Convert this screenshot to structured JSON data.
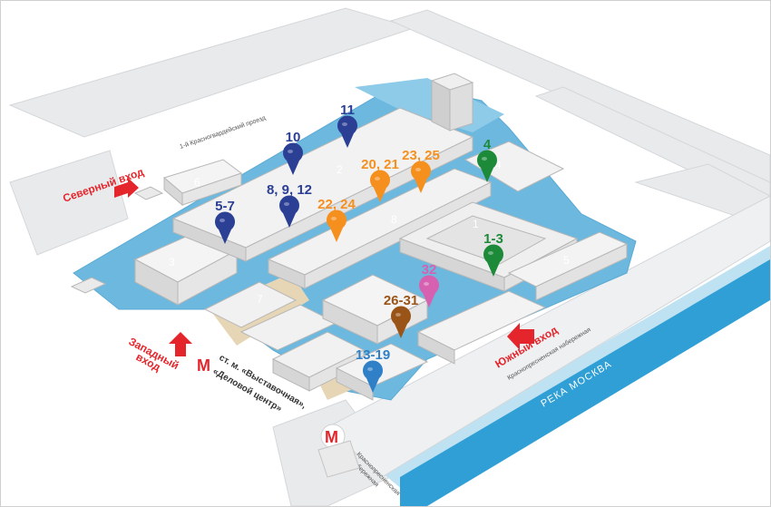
{
  "colors": {
    "pin_blue": "#2b3f95",
    "pin_orange": "#f5901f",
    "pin_green": "#1d8a3a",
    "pin_pink": "#d661b0",
    "pin_brown": "#9a5417",
    "pin_lightblue": "#2f80c7",
    "entrance_red": "#e4262c",
    "river": "#2f9fd6",
    "water_area": "#6cb8de",
    "road": "#e8eaec",
    "building": "#f0f0f0"
  },
  "pins": [
    {
      "label": "10",
      "color": "pin_blue"
    },
    {
      "label": "11",
      "color": "pin_blue"
    },
    {
      "label": "5-7",
      "color": "pin_blue"
    },
    {
      "label": "8, 9, 12",
      "color": "pin_blue"
    },
    {
      "label": "20, 21",
      "color": "pin_orange"
    },
    {
      "label": "23, 25",
      "color": "pin_orange"
    },
    {
      "label": "22, 24",
      "color": "pin_orange"
    },
    {
      "label": "4",
      "color": "pin_green"
    },
    {
      "label": "1-3",
      "color": "pin_green"
    },
    {
      "label": "32",
      "color": "pin_pink"
    },
    {
      "label": "26-31",
      "color": "pin_brown"
    },
    {
      "label": "13-19",
      "color": "pin_lightblue"
    }
  ],
  "entrances": {
    "north": "Северный вход",
    "west_line1": "Западный",
    "west_line2": "вход",
    "south": "Южный вход"
  },
  "streets": {
    "top": "1-й Красногвардейский проезд",
    "embankment": "Краснопресненская набережная",
    "bottom_line1": "Краснопресненская",
    "bottom_line2": "набережная"
  },
  "river": "РЕКА МОСКВА",
  "metro": {
    "line1": "ст. м. «Выставочная»,",
    "line2": "«Деловой центр»",
    "logo": "M"
  },
  "halls": [
    "1",
    "2",
    "3",
    "4",
    "5",
    "6",
    "7",
    "8"
  ]
}
